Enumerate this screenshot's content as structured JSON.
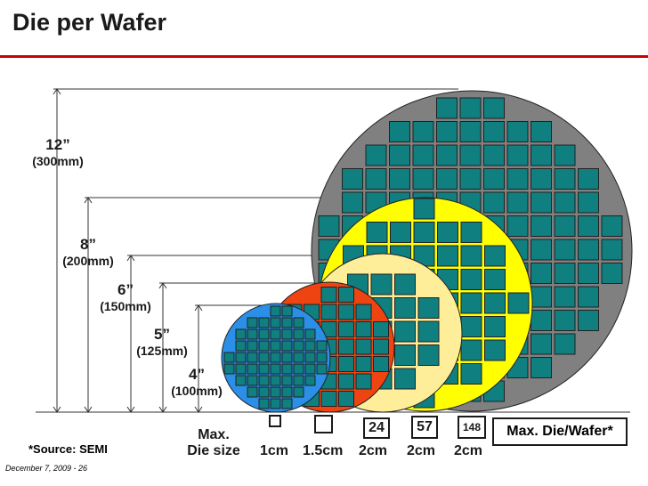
{
  "title": "Die per Wafer",
  "colors": {
    "accent_rule": "#cc0000",
    "wafer_12": "#808080",
    "wafer_8": "#ffff00",
    "wafer_6": "#ffee99",
    "wafer_5": "#ee4411",
    "wafer_4": "#2b8fe8",
    "die": "#0f7f7f"
  },
  "wafers": [
    {
      "inch": "12”",
      "mm_label": "(300mm)"
    },
    {
      "inch": "8”",
      "mm_label": "(200mm)"
    },
    {
      "inch": "6”",
      "mm_label": "(150mm)"
    },
    {
      "inch": "5”",
      "mm_label": "(125mm)"
    },
    {
      "inch": "4”",
      "mm_label": "(100mm)"
    }
  ],
  "max_die_size_label_1": "Max.",
  "max_die_size_label_2": "Die size",
  "die_sizes": [
    "1cm",
    "1.5cm",
    "2cm",
    "2cm",
    "2cm"
  ],
  "die_counts": [
    "24",
    "57",
    "148"
  ],
  "legend": "Max. Die/Wafer*",
  "source": "*Source: SEMI",
  "footer": "December 7, 2009 - 26"
}
